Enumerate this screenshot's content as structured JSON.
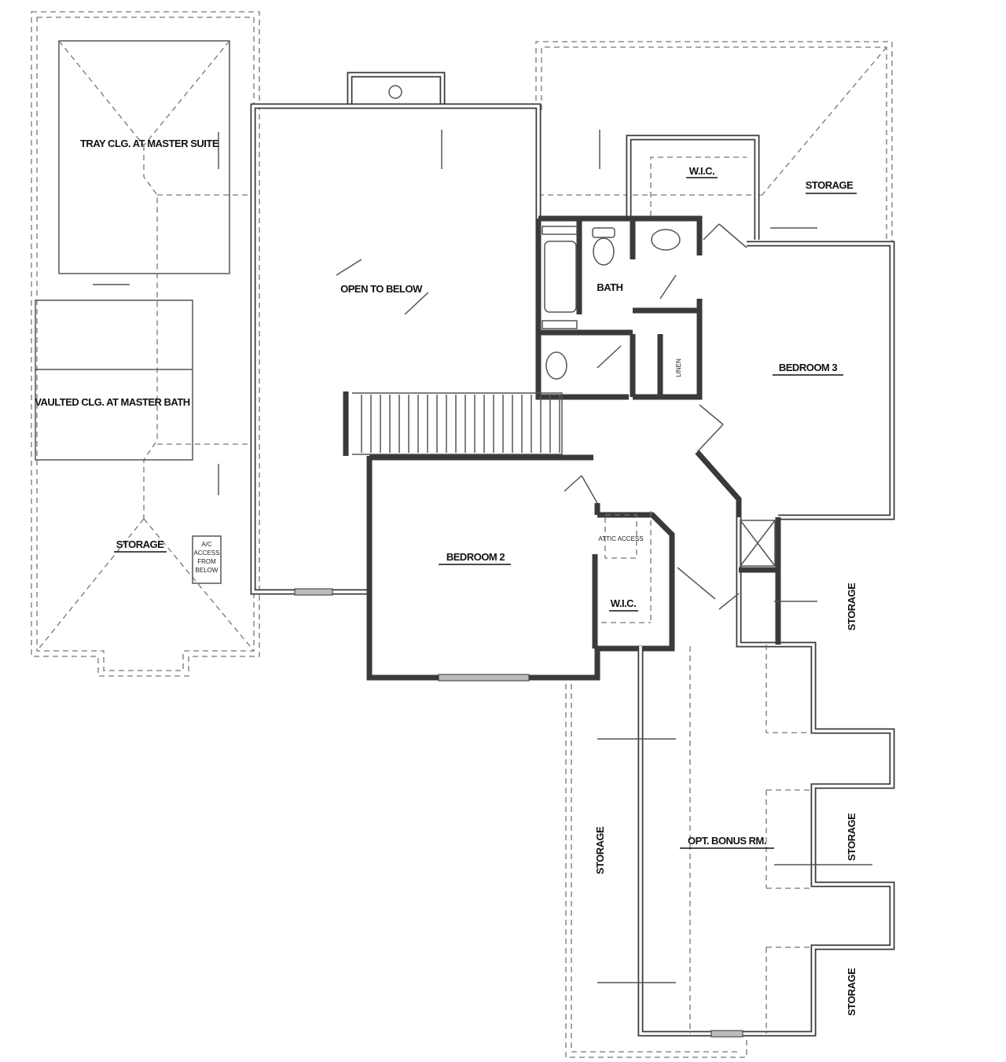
{
  "plan": {
    "labels": {
      "tray_ceiling": "TRAY CLG. AT MASTER SUITE",
      "vault_ceiling": "VAULTED CLG. AT MASTER BATH",
      "storage_left": "STORAGE",
      "ac_access": [
        "A/C",
        "ACCESS",
        "FROM",
        "BELOW"
      ],
      "open_to_below": "OPEN TO BELOW",
      "bath": "BATH",
      "wic_upper": "W.I.C.",
      "storage_upper_right": "STORAGE",
      "bedroom3": "BEDROOM 3",
      "bedroom2": "BEDROOM 2",
      "wic_lower": "W.I.C.",
      "attic_access": "ATTIC ACCESS",
      "linen": "LINEN",
      "bonus": "OPT. BONUS RM.",
      "storage_bonus_left": "STORAGE",
      "storage_right_1": "STORAGE",
      "storage_right_2": "STORAGE",
      "storage_right_3": "STORAGE"
    }
  }
}
